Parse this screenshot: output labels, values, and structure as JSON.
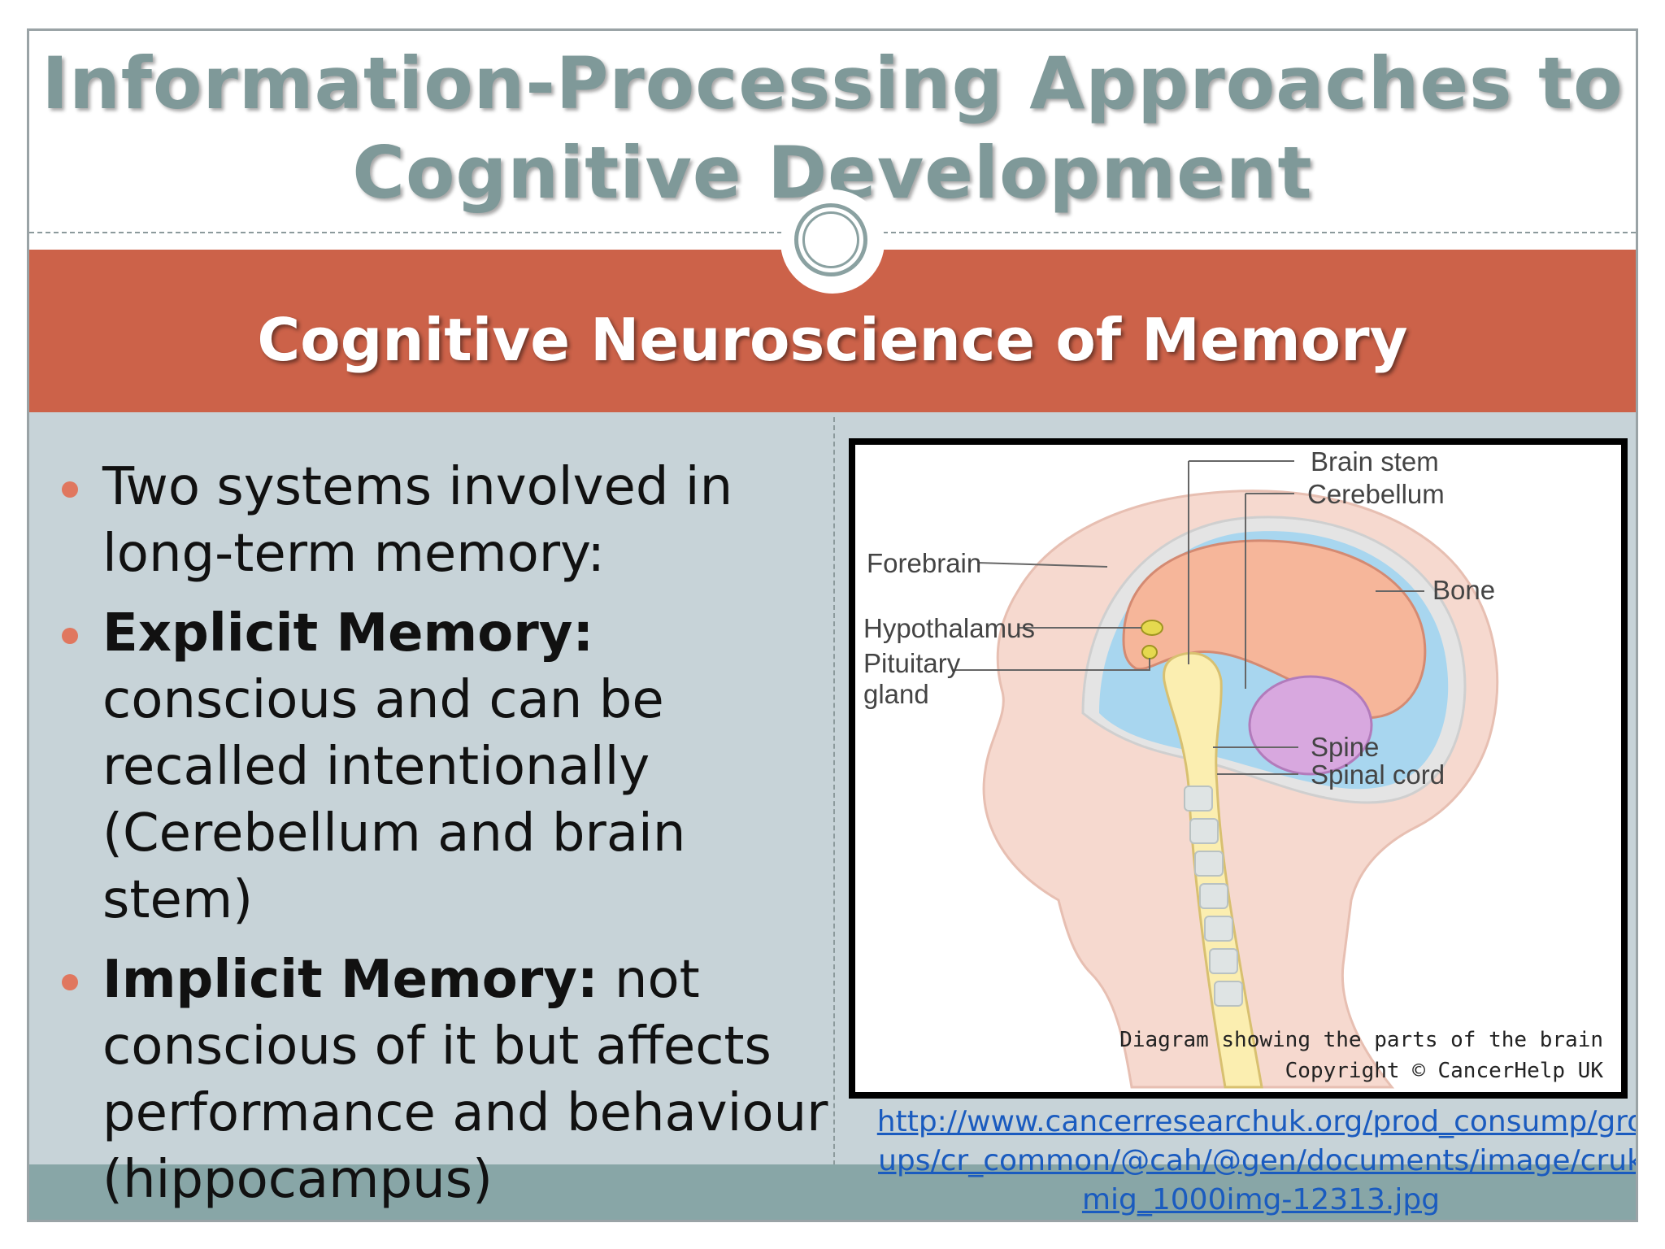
{
  "title": {
    "line1": "Information-Processing Approaches to",
    "line2": "Cognitive Development"
  },
  "subtitle": "Cognitive Neuroscience of Memory",
  "bullets": [
    {
      "bold": "",
      "text": "Two systems involved in long-term memory:"
    },
    {
      "bold": "Explicit Memory:",
      "text": " conscious and can be recalled intentionally (Cerebellum and brain stem)"
    },
    {
      "bold": "Implicit Memory:",
      "text": " not conscious of it but affects performance and behaviour (hippocampus)"
    }
  ],
  "diagram": {
    "labels": {
      "brain_stem": "Brain stem",
      "cerebellum": "Cerebellum",
      "forebrain": "Forebrain",
      "bone": "Bone",
      "hypothalamus": "Hypothalamus",
      "pituitary_1": "Pituitary",
      "pituitary_2": "gland",
      "spine": "Spine",
      "spinal_cord": "Spinal cord"
    },
    "caption_line1": "Diagram showing the parts of the brain",
    "caption_line2": "Copyright © CancerHelp UK"
  },
  "source_url": "http://www.cancerresearchuk.org/prod_consump/groups/cr_common/@cah/@gen/documents/image/crukmig_1000img-12313.jpg",
  "colors": {
    "title": "#7f9999",
    "band": "#cc6249",
    "content_bg": "#c7d3d8",
    "bullet": "#e0775f",
    "link": "#1a5bbf"
  }
}
